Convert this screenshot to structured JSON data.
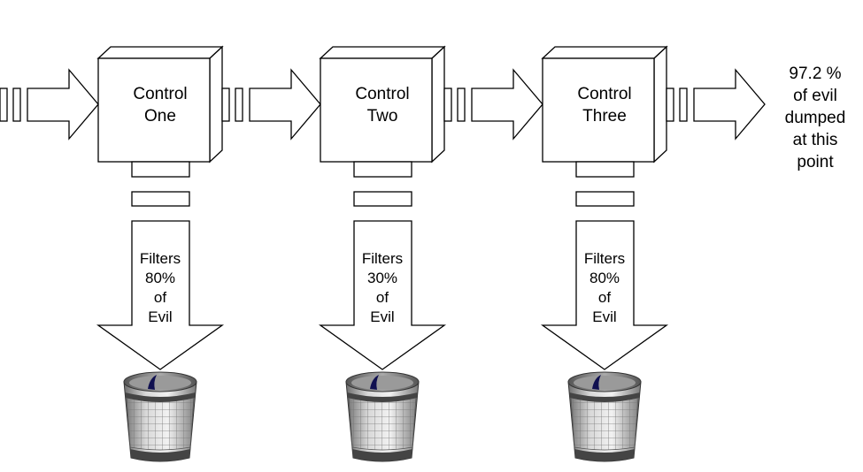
{
  "stages": [
    {
      "title_lines": [
        "Control",
        "One"
      ],
      "filter_lines": [
        "Filters",
        "80%",
        "of",
        "Evil"
      ]
    },
    {
      "title_lines": [
        "Control",
        "Two"
      ],
      "filter_lines": [
        "Filters",
        "30%",
        "of",
        "Evil"
      ]
    },
    {
      "title_lines": [
        "Control",
        "Three"
      ],
      "filter_lines": [
        "Filters",
        "80%",
        "of",
        "Evil"
      ]
    }
  ],
  "result_lines": [
    "97.2 %",
    "of evil",
    "dumped",
    "at this",
    "point"
  ],
  "icons": {
    "bin": "trash-bin-icon"
  }
}
